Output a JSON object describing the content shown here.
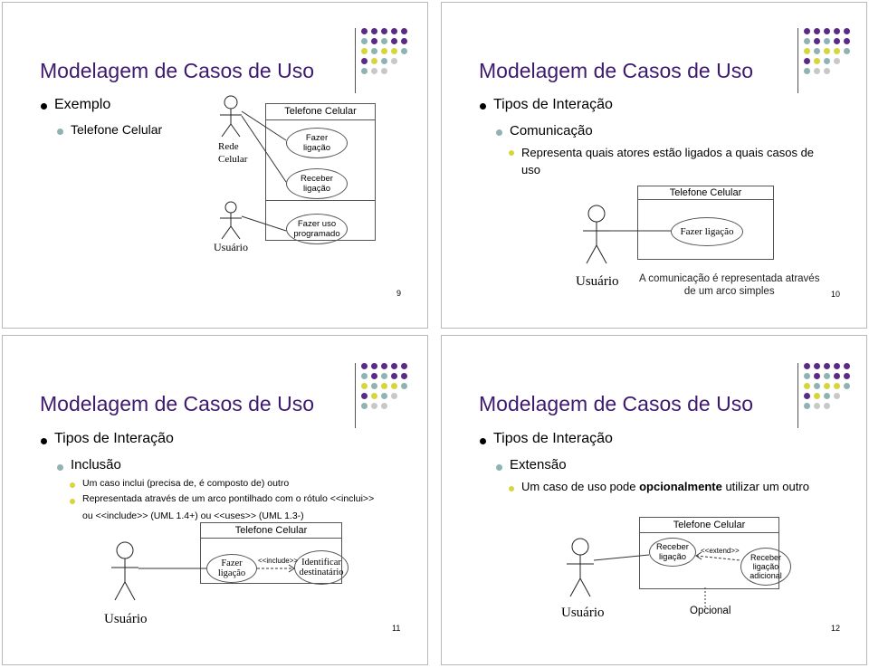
{
  "slides": [
    {
      "title": "Modelagem de Casos de Uso",
      "bullet1": "Exemplo",
      "bullet2": "Telefone Celular",
      "diagram": {
        "system": "Telefone Celular",
        "actor_network": "Rede\nCelular",
        "actor_user": "Usuário",
        "uc1": "Fazer\nligação",
        "uc2": "Receber\nligação",
        "uc3": "Fazer uso\nprogramado"
      },
      "page": "9"
    },
    {
      "title": "Modelagem de Casos de Uso",
      "bullet1": "Tipos de Interação",
      "bullet2": "Comunicação",
      "bullet3": "Representa quais atores estão ligados a quais casos de uso",
      "diagram": {
        "system": "Telefone Celular",
        "actor_user": "Usuário",
        "uc1": "Fazer ligação",
        "note": "A comunicação é representada através\nde um arco simples"
      },
      "page": "10"
    },
    {
      "title": "Modelagem de Casos de Uso",
      "bullet1": "Tipos de Interação",
      "bullet2": "Inclusão",
      "bullet3a": "Um caso inclui (precisa de, é composto de) outro",
      "bullet3b": "Representada através de um arco pontilhado com o rótulo <<inclui>> ou <<include>> (UML 1.4+) ou <<uses>> (UML 1.3-)",
      "diagram": {
        "system": "Telefone Celular",
        "actor_user": "Usuário",
        "uc1": "Fazer ligação",
        "uc2": "Identificar\ndestinatário",
        "rel": "<<include>>"
      },
      "page": "11"
    },
    {
      "title": "Modelagem de Casos de Uso",
      "bullet1": "Tipos de Interação",
      "bullet2": "Extensão",
      "bullet3_pre": "Um caso de uso pode ",
      "bullet3_bold": "opcionalmente",
      "bullet3_post": " utilizar um outro",
      "diagram": {
        "system": "Telefone Celular",
        "actor_user": "Usuário",
        "uc1": "Receber\nligação",
        "uc2": "Receber\nligação\nadicional",
        "rel": "<<extend>>",
        "note": "Opcional"
      },
      "page": "12"
    }
  ],
  "colors": {
    "title": "#3d1a6e",
    "dot_purple": "#5b2a86",
    "dot_teal": "#8fb3b3",
    "dot_yellow": "#d6d63a",
    "dot_gray": "#c8c8c8"
  },
  "icons": {
    "decoration": "dot-grid-icon",
    "actor": "stick-figure-icon"
  }
}
